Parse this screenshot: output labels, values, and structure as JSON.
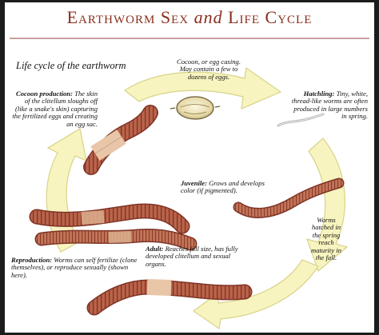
{
  "header": {
    "title_part1": "Earthworm Sex",
    "title_and": "and",
    "title_part2": "Life Cycle"
  },
  "diagram": {
    "subtitle": "Life cycle of the earthworm",
    "stages": {
      "cocoon": {
        "text": "Cocoon, or egg casing. May contain a few to dozens of eggs."
      },
      "hatchling": {
        "label": "Hatchling:",
        "text": "Tiny, white, thread-like worms are often produced in large numbers in spring."
      },
      "cocoon_production": {
        "label": "Cocoon production:",
        "text": "The skin of the clitellum sloughs off (like a snake's skin) capturing the fertilized eggs and creating an egg sac."
      },
      "juvenile": {
        "label": "Juvenile:",
        "text": "Grows and develops color (if pigmented)."
      },
      "maturity": {
        "text": "Worms hatched in the spring reach maturity in the fall."
      },
      "adult": {
        "label": "Adult:",
        "text": "Reaches full size, has fully developed clitellum and sexual organs."
      },
      "reproduction": {
        "label": "Reproduction:",
        "text": "Worms can self fertilize (clone themselves), or reproduce sexually (shown here)."
      }
    },
    "colors": {
      "arrow_fill": "#f7f4bf",
      "arrow_stroke": "#d8d38a",
      "worm_body": "#b9634a",
      "worm_dark": "#7f3426",
      "clitellum": "#e9c6a8",
      "title": "#8a2e1c"
    }
  }
}
